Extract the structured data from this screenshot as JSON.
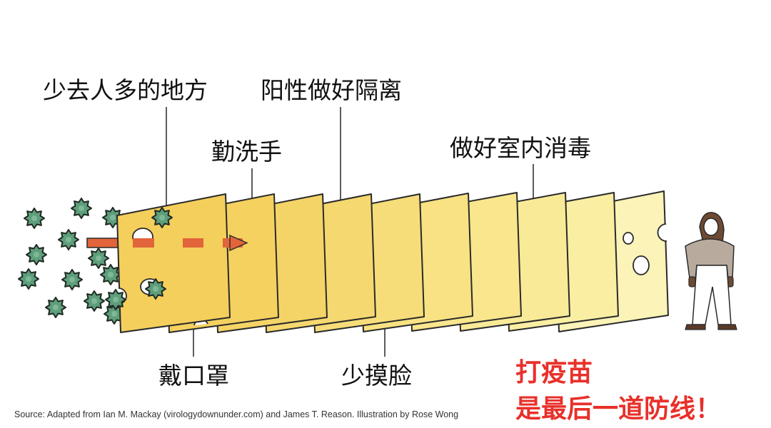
{
  "labels": {
    "avoid_crowds": "少去人多的地方",
    "isolate_if_positive": "阳性做好隔离",
    "wash_hands": "勤洗手",
    "disinfect_indoors": "做好室内消毒",
    "wear_mask": "戴口罩",
    "touch_face_less": "少摸脸"
  },
  "emphasis": {
    "line1": "打疫苗",
    "line2": "是最后一道防线！"
  },
  "source_credit": "Source: Adapted from Ian M. Mackay (virologydownunder.com) and James T. Reason. Illustration by Rose Wong",
  "colors": {
    "emphasis_red": "#e8302a",
    "virus_green": "#5e9e7c",
    "virus_outline": "#1f2a22",
    "arrow_orange": "#e2643a",
    "cheese_dark": "#f5cf5c",
    "cheese_light": "#fbf3b7",
    "outline": "#2a2a2a"
  },
  "icons": [
    "virus-icon",
    "person-figure",
    "mouse-icon"
  ]
}
